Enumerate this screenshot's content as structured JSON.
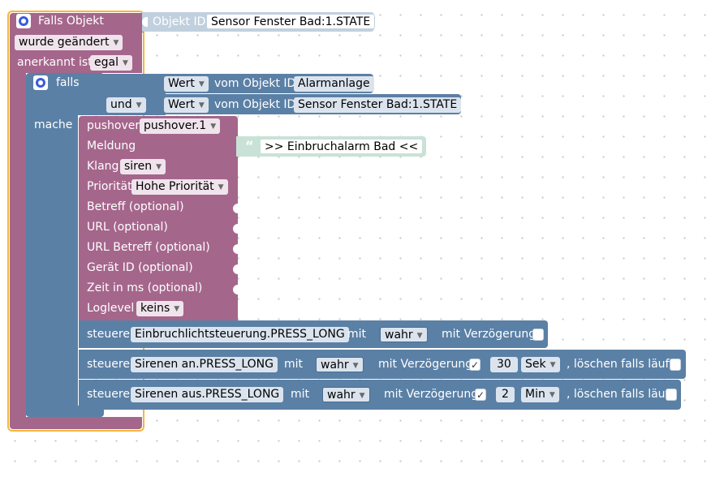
{
  "trigger": {
    "title": "Falls Objekt",
    "object_id_label": "Objekt ID",
    "object_id_value": "Sensor Fenster Bad:1.STATE",
    "changed_option": "wurde geändert",
    "ack_label": "anerkannt ist",
    "ack_option": "egal"
  },
  "ifblock": {
    "title": "falls",
    "do_label": "mache"
  },
  "cond1": {
    "value_option": "Wert",
    "of_object_label": "vom Objekt ID",
    "object_id": "Alarmanlage"
  },
  "cond2": {
    "op_option": "und",
    "value_option": "Wert",
    "of_object_label": "vom Objekt ID",
    "object_id": "Sensor Fenster Bad:1.STATE"
  },
  "pushover": {
    "title": "pushover",
    "instance_option": "pushover.1",
    "message_label": "Meldung",
    "message_text": ">> Einbruchalarm Bad <<",
    "sound_label": "Klang",
    "sound_option": "siren",
    "priority_label": "Priorität",
    "priority_option": "Hohe Priorität",
    "subject_label": "Betreff (optional)",
    "url_label": "URL (optional)",
    "url_title_label": "URL Betreff (optional)",
    "device_label": "Gerät ID (optional)",
    "time_label": "Zeit in ms (optional)",
    "loglevel_label": "Loglevel",
    "loglevel_option": "keins"
  },
  "ctrl1": {
    "label": "steuere",
    "object": "Einbruchlichtsteuerung.PRESS_LONG",
    "with_label": "mit",
    "value_option": "wahr",
    "delay_label": "mit Verzögerung"
  },
  "ctrl2": {
    "label": "steuere",
    "object": "Sirenen an.PRESS_LONG",
    "with_label": "mit",
    "value_option": "wahr",
    "delay_label": "mit Verzögerung",
    "delay_check": "✓",
    "delay_value": "30",
    "unit_option": "Sek",
    "clear_label": ", löschen falls läuft"
  },
  "ctrl3": {
    "label": "steuere",
    "object": "Sirenen aus.PRESS_LONG",
    "with_label": "mit",
    "value_option": "wahr",
    "delay_label": "mit Verzögerung",
    "delay_check": "✓",
    "delay_value": "2",
    "unit_option": "Min",
    "clear_label": ", löschen falls läuft"
  },
  "colors": {
    "trigger_block": "#a5668c",
    "selection": "#f3b73f",
    "logic_block": "#5b80a5",
    "text_block": "#c9e2d7"
  }
}
